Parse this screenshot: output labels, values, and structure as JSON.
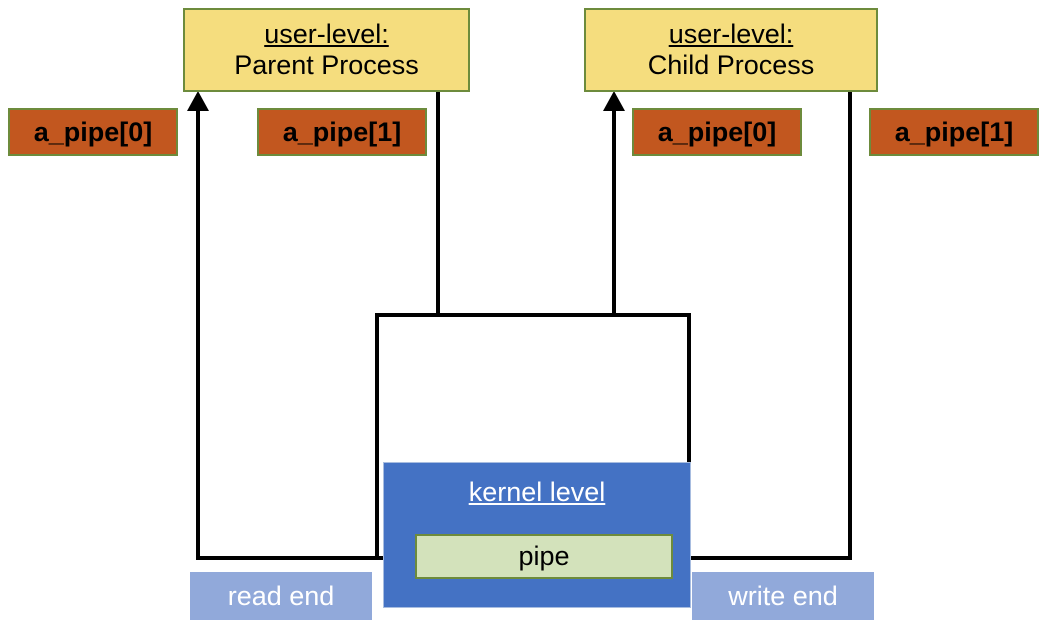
{
  "diagram": {
    "title": "UNIX pipe between parent and child process",
    "colors": {
      "process_fill": "#f5dd7e",
      "process_border": "#6d8b3c",
      "label_fill": "#c2571f",
      "kernel_fill": "#4472c4",
      "pipe_fill": "#d3e2bb",
      "end_label_fill": "#91a9da",
      "line": "#000000",
      "background": "#ffffff"
    }
  },
  "processes": [
    {
      "name": "parent-process",
      "line1": "user-level:",
      "line2": "Parent Process"
    },
    {
      "name": "child-process",
      "line1": "user-level:",
      "line2": "Child Process"
    }
  ],
  "fd_labels": [
    {
      "name": "parent-read-fd",
      "text": "a_pipe[0]"
    },
    {
      "name": "parent-write-fd",
      "text": "a_pipe[1]"
    },
    {
      "name": "child-read-fd",
      "text": "a_pipe[0]"
    },
    {
      "name": "child-write-fd",
      "text": "a_pipe[1]"
    }
  ],
  "kernel": {
    "title": "kernel level",
    "pipe": "pipe"
  },
  "end_labels": [
    {
      "name": "read-end",
      "text": "read end"
    },
    {
      "name": "write-end",
      "text": "write end"
    }
  ]
}
